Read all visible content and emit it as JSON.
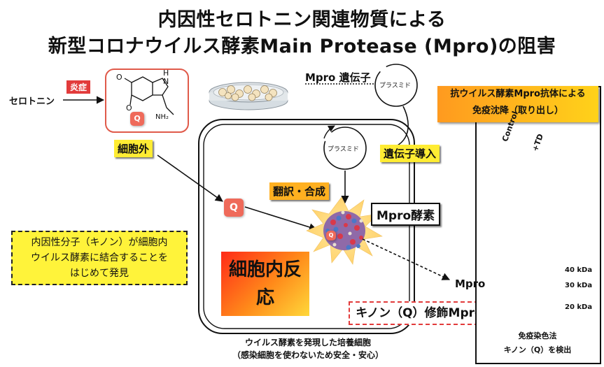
{
  "title": {
    "line1": "内因性セロトニン関連物質による",
    "line2": "新型コロナウイルス酵素Main Protease (Mpro)の阻害"
  },
  "serotonin": {
    "label": "セロトニン",
    "inflammation": "炎症",
    "nh": "H",
    "nh_n": "N",
    "o1": "O",
    "o2": "O",
    "nh2": "NH₂",
    "q": "Q"
  },
  "extracellular": "細胞外",
  "gene": {
    "mpro_gene": "Mpro 遺伝子",
    "plasmid": "プラスミド",
    "plasmid_inner": "プラスミド",
    "transfection": "遺伝子導入",
    "translation": "翻訳・合成",
    "mpro_enzyme": "Mpro酵素"
  },
  "cell": {
    "q_inside": "Q",
    "q_on_protein": "Q",
    "reaction": "細胞内反応",
    "caption1": "ウイルス酵素を発現した培養細胞",
    "caption2": "（感染細胞を使わないため安全・安心）"
  },
  "note": {
    "line1": "内因性分子（キノン）が細胞内",
    "line2": "ウイルス酵素に結合することを",
    "line3": "はじめて発見"
  },
  "quinone_mod": "キノン（Q）修飾Mpro酵素",
  "western": {
    "header_line1": "抗ウイルス酵素Mpro抗体による",
    "header_line2": "免疫沈降（取り出し）",
    "lane1": "Control",
    "lane2": "+TD",
    "kda40": "40 kDa",
    "kda30": "30 kDa",
    "kda20": "20 kDa",
    "mpro_marker": "Mpro",
    "footer1": "免疫染色法",
    "footer2": "キノン（Q）を検出"
  },
  "colors": {
    "accent_red": "#e23b3b",
    "q_badge": "#ef6a5a",
    "yellow": "#ffec33",
    "orange": "#ff9a1f"
  }
}
